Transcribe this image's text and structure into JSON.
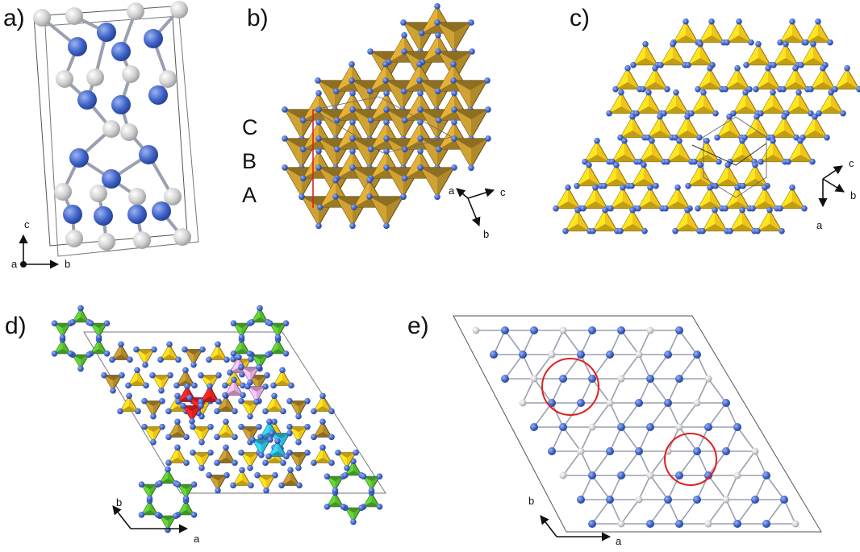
{
  "panels": {
    "a": {
      "label": "a)",
      "axes": {
        "c": "c",
        "a": "a",
        "b": "b"
      }
    },
    "b": {
      "label": "b)",
      "stacking": [
        "C",
        "B",
        "A"
      ],
      "axes": {
        "a": "a",
        "b": "b",
        "c": "c"
      }
    },
    "c": {
      "label": "c)",
      "axes": {
        "c": "c",
        "b": "b",
        "a": "a"
      }
    },
    "d": {
      "label": "d)",
      "axes": {
        "b": "b",
        "a": "a"
      }
    },
    "e": {
      "label": "e)",
      "axes": {
        "b": "b",
        "a": "a"
      }
    }
  },
  "colors": {
    "nitrogen": "#3f63c9",
    "carbon_gray": "#c8c8c8",
    "tetra_brown": "#b0892a",
    "tetra_yellow": "#f0c419",
    "tetra_green": "#55b82f",
    "tetra_red": "#e02020",
    "tetra_pink": "#e0a8d8",
    "tetra_cyan": "#2fb8d8",
    "highlight_red": "#e02020"
  }
}
